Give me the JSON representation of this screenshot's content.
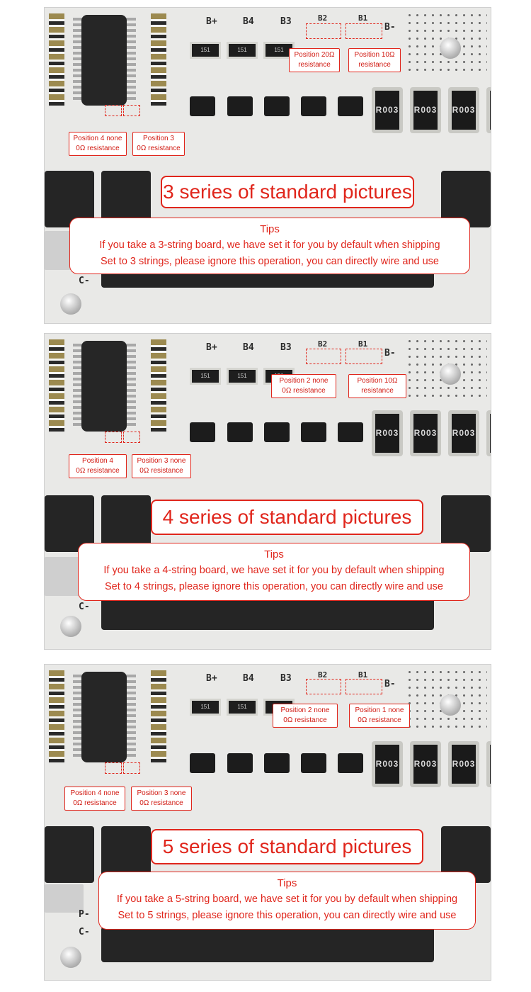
{
  "colors": {
    "accent": "#e0261c",
    "board": "#e9e9e7"
  },
  "board_silkscreen": {
    "b_plus": "B+",
    "b4": "B4",
    "b3": "B3",
    "b2": "B2",
    "b1": "B1",
    "b_minus": "B-",
    "p_minus": "P-",
    "c_minus": "C-"
  },
  "panels": [
    {
      "callouts": {
        "b2": [
          "Position 20Ω",
          "resistance"
        ],
        "b1": [
          "Position 10Ω",
          "resistance"
        ],
        "l1": [
          "Position 4 none",
          "0Ω resistance"
        ],
        "l2": [
          "Position 3",
          "0Ω resistance"
        ]
      },
      "headline": "3 series of standard pictures",
      "tips_title": "Tips",
      "tips_lines": [
        "If you take a 3-string board, we have set it for you by default when shipping",
        "Set to 3 strings, please ignore this operation, you can directly wire and use"
      ]
    },
    {
      "callouts": {
        "b2": [
          "Position 2 none",
          "0Ω resistance"
        ],
        "b1": [
          "Position 10Ω",
          "resistance"
        ],
        "l1": [
          "Position 4",
          "0Ω resistance"
        ],
        "l2": [
          "Position 3 none",
          "0Ω resistance"
        ]
      },
      "headline": "4 series of standard pictures",
      "tips_title": "Tips",
      "tips_lines": [
        "If you take a 4-string board, we have set it for you by default when shipping",
        "Set to 4 strings, please ignore this operation, you can directly wire and use"
      ]
    },
    {
      "callouts": {
        "b2": [
          "Position 2 none",
          "0Ω resistance"
        ],
        "b1": [
          "Position 1 none",
          "0Ω resistance"
        ],
        "l1": [
          "Position 4 none",
          "0Ω resistance"
        ],
        "l2": [
          "Position 3 none",
          "0Ω resistance"
        ]
      },
      "headline": "5 series of standard pictures",
      "tips_title": "Tips",
      "tips_lines": [
        "If you take a 5-string board, we have set it for you by default when shipping",
        "Set to 5 strings, please ignore this operation, you can directly wire and use"
      ]
    }
  ]
}
